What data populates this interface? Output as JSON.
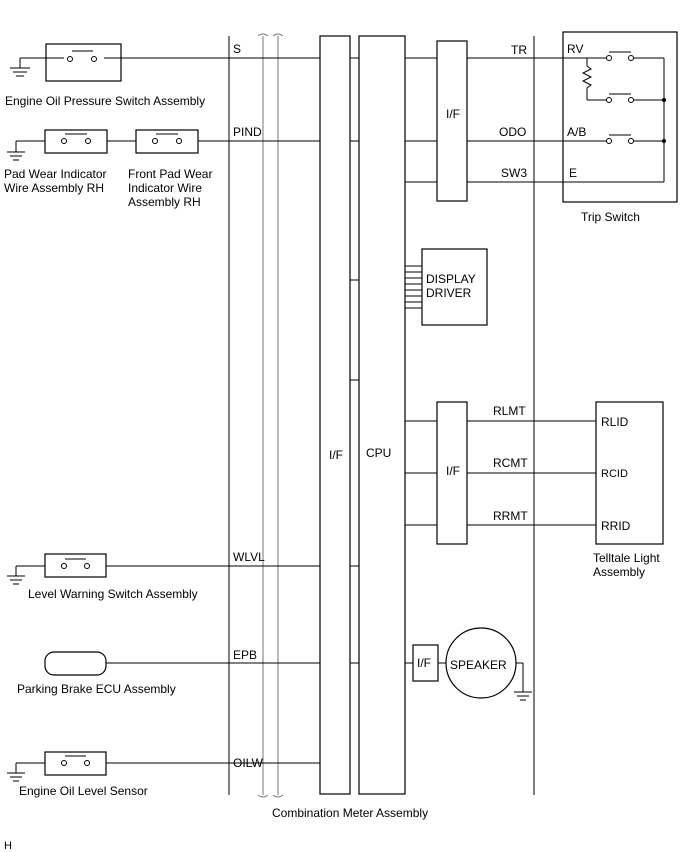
{
  "signals": {
    "s": "S",
    "pind": "PIND",
    "wlvl": "WLVL",
    "epb": "EPB",
    "oilw": "OILW",
    "tr": "TR",
    "odo": "ODO",
    "sw3": "SW3",
    "rlmt": "RLMT",
    "rcmt": "RCMT",
    "rrmt": "RRMT"
  },
  "components": {
    "engine_oil_pressure_switch": "Engine Oil Pressure Switch Assembly",
    "pad_wear_rh_line1": "Pad Wear Indicator",
    "pad_wear_rh_line2": "Wire Assembly RH",
    "front_pad_wear_line1": "Front Pad Wear",
    "front_pad_wear_line2": "Indicator Wire",
    "front_pad_wear_line3": "Assembly RH",
    "level_warning_switch": "Level Warning Switch Assembly",
    "parking_brake_ecu": "Parking Brake ECU Assembly",
    "engine_oil_level_sensor": "Engine Oil Level Sensor",
    "combination_meter": "Combination Meter Assembly",
    "trip_switch": "Trip Switch",
    "telltale_line1": "Telltale Light",
    "telltale_line2": "Assembly"
  },
  "blocks": {
    "if_main": "I/F",
    "cpu": "CPU",
    "if_top": "I/F",
    "display_line1": "DISPLAY",
    "display_line2": "DRIVER",
    "if_mid": "I/F",
    "if_speaker": "I/F",
    "speaker": "SPEAKER"
  },
  "trip_switch_pins": {
    "rv": "RV",
    "ab": "A/B",
    "e": "E"
  },
  "telltale_pins": {
    "rlid": "RLID",
    "rcid": "RCID",
    "rrid": "RRID"
  },
  "corner_mark": "H"
}
